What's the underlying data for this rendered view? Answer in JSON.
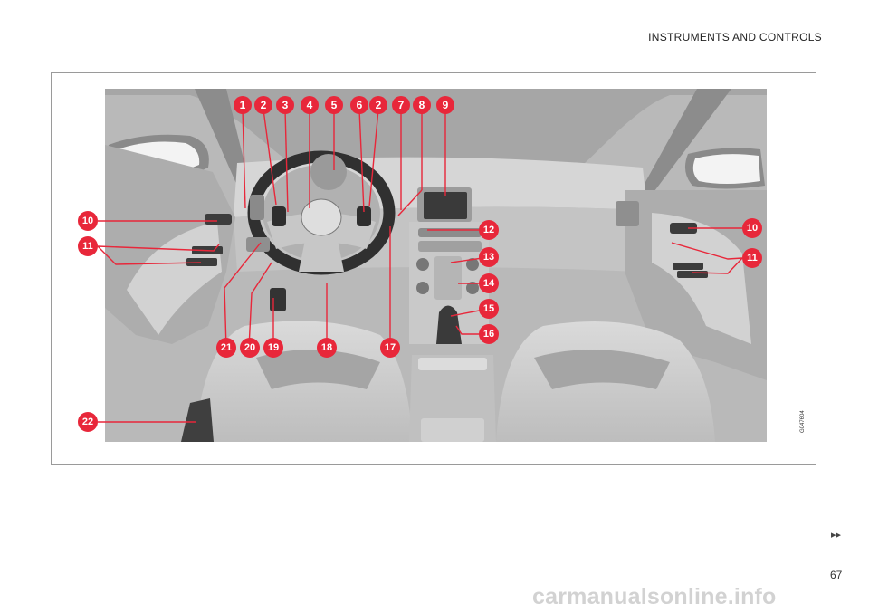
{
  "header": {
    "section_title": "INSTRUMENTS AND CONTROLS"
  },
  "figure": {
    "code": "G047604",
    "callouts": [
      "1",
      "2",
      "3",
      "4",
      "5",
      "6",
      "2",
      "7",
      "8",
      "9",
      "10",
      "11",
      "12",
      "13",
      "14",
      "15",
      "16",
      "21",
      "20",
      "19",
      "18",
      "17",
      "22",
      "10",
      "11"
    ]
  },
  "footer": {
    "page_number": "67",
    "next_symbol": "▸▸"
  },
  "watermark": "carmanualsonline.info",
  "colors": {
    "callout": "#e8273a",
    "frame_border": "#9a9a9a",
    "interior": "#b9b9b9"
  }
}
